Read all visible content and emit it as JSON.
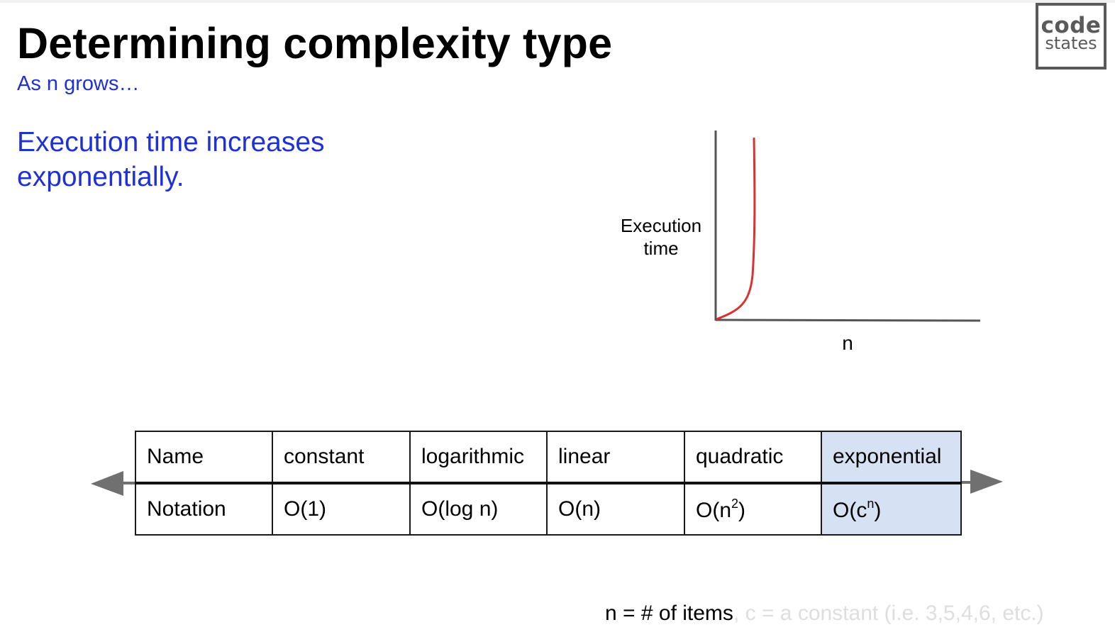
{
  "slide": {
    "title": "Determining complexity type",
    "subtitle": "As n grows…",
    "statement": "Execution time increases exponentially."
  },
  "logo": {
    "line1": "code",
    "line2": "states",
    "border_color": "#5a5a5a"
  },
  "chart": {
    "ylabel_line1": "Execution",
    "ylabel_line2": "time",
    "xlabel": "n",
    "curve_color": "#d93232",
    "axis_color": "#555555"
  },
  "table": {
    "row_name": {
      "header": "Name",
      "cells": [
        "constant",
        "logarithmic",
        "linear",
        "quadratic",
        "exponential"
      ]
    },
    "row_notation": {
      "header": "Notation",
      "cells": [
        {
          "base": "O(1)",
          "sup": "",
          "tail": ""
        },
        {
          "base": "O(log n)",
          "sup": "",
          "tail": ""
        },
        {
          "base": "O(n)",
          "sup": "",
          "tail": ""
        },
        {
          "base": "O(n",
          "sup": "2",
          "tail": ")"
        },
        {
          "base": "O(c",
          "sup": "n",
          "tail": ")"
        }
      ]
    },
    "highlight_color": "#d6e2f3",
    "arrow_color": "#707070"
  },
  "footer": {
    "main": "n = # of items",
    "muted": ", c = a constant (i.e. 3,5,4,6, etc.)"
  }
}
